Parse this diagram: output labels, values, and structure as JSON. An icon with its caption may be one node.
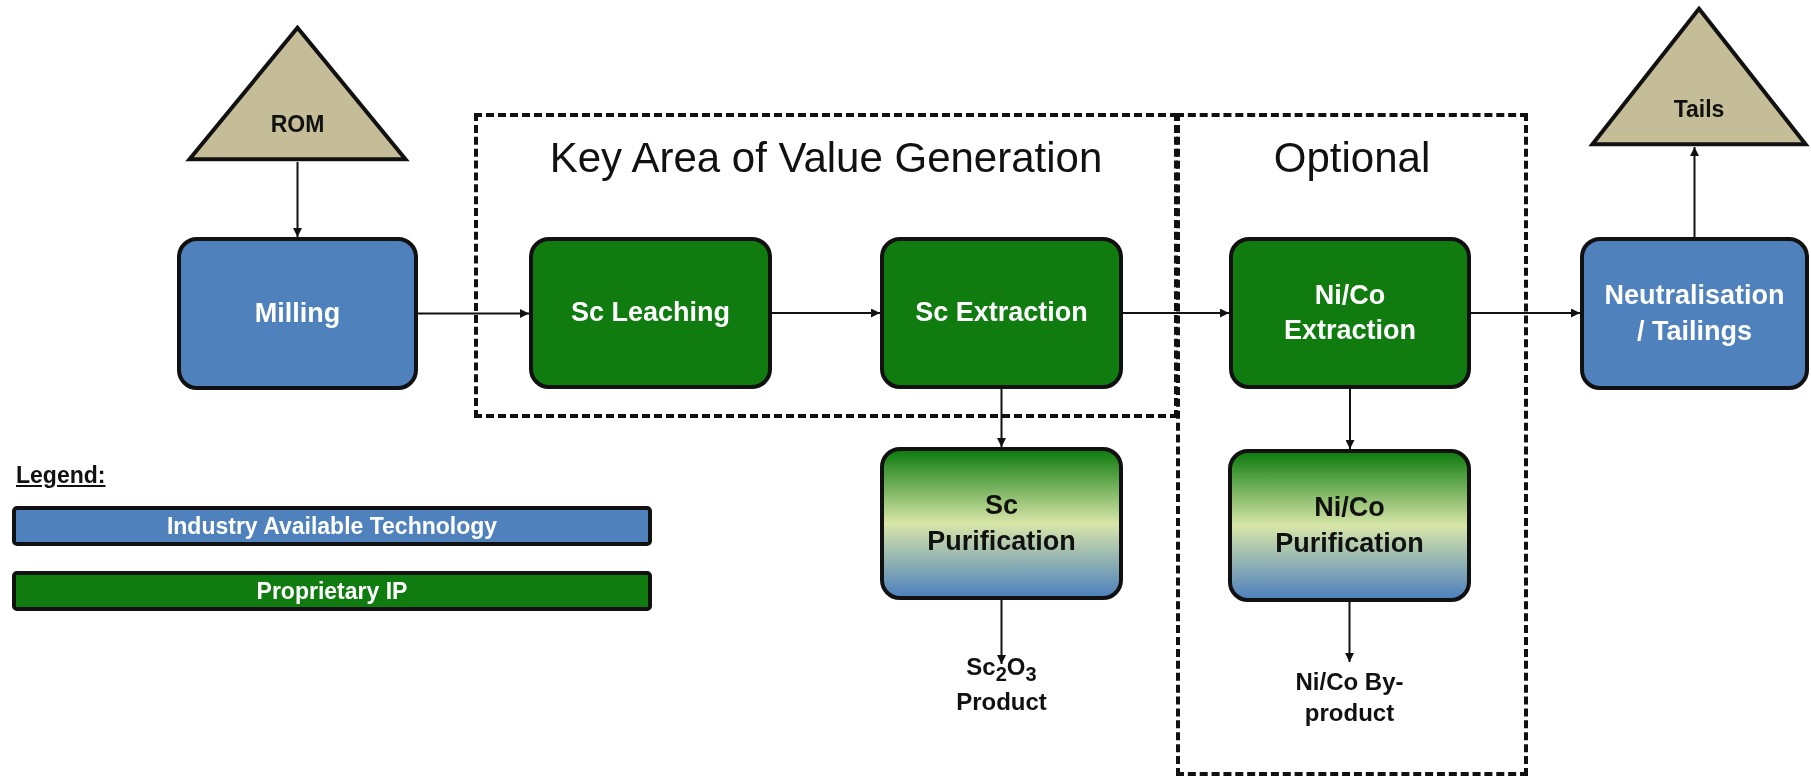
{
  "diagram": {
    "nodes": [
      {
        "text": [
          "ROM"
        ]
      },
      {
        "text": [
          "Milling"
        ]
      },
      {
        "text": [
          "Key Area of Value Generation"
        ]
      },
      {
        "text": [
          "Sc Leaching"
        ],
        "in": 2
      },
      {
        "text": [
          "Sc Extraction"
        ],
        "in": 2
      },
      {
        "text": [
          "Optional"
        ]
      },
      {
        "text": [
          "Ni/Co Extraction"
        ],
        "in": 5
      },
      {
        "text": [
          "Tails"
        ]
      },
      {
        "text": [
          "Neutralisation / Tailings"
        ]
      },
      {
        "text": [
          "Sc Purification"
        ]
      },
      {
        "text": [
          "Ni/Co Purification"
        ],
        "in": 5
      },
      {
        "text": [
          "Sc$_{2}$O$_{3}$ Product"
        ]
      },
      {
        "text": [
          "Ni/Co By-product"
        ],
        "in": 5
      }
    ],
    "edges": [
      {
        "from": 0,
        "to": 1,
        "arrow": "to"
      },
      {
        "from": 1,
        "to": 3,
        "arrow": "to"
      },
      {
        "from": 3,
        "to": 4,
        "arrow": "to"
      },
      {
        "from": 4,
        "to": 6,
        "arrow": "to"
      },
      {
        "from": 6,
        "to": 8,
        "arrow": "to"
      },
      {
        "from": 8,
        "to": 7,
        "arrow": "to"
      },
      {
        "from": 4,
        "to": 9,
        "arrow": "to"
      },
      {
        "from": 6,
        "to": 10,
        "arrow": "to"
      },
      {
        "from": 9,
        "to": 11,
        "arrow": "to"
      },
      {
        "from": 10,
        "to": 12,
        "arrow": "to"
      }
    ],
    "labels": [
      "Legend:"
    ],
    "legend": [
      {
        "text": "Industry Available Technology",
        "color": "#4f81bd"
      },
      {
        "text": "Proprietary IP",
        "color": "#107c10"
      }
    ]
  }
}
